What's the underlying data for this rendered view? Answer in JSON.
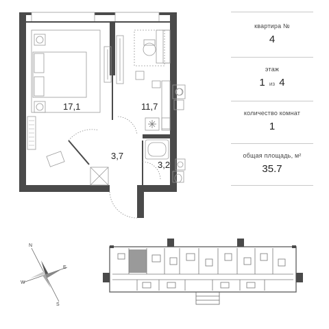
{
  "apartment": {
    "label": "квартира №",
    "value": "4"
  },
  "floor": {
    "label": "этаж",
    "current": "1",
    "separator": "из",
    "total": "4"
  },
  "rooms": {
    "label": "количество комнат",
    "value": "1"
  },
  "area": {
    "label": "общая площадь, м²",
    "value": "35.7"
  },
  "plan": {
    "room_areas": {
      "bedroom": "17,1",
      "kitchen": "11,7",
      "hall": "3,7",
      "bathroom": "3,2"
    }
  },
  "compass": {
    "north": "N",
    "south": "S",
    "east": "E",
    "west": "W"
  },
  "colors": {
    "wall": "#4a4a4a",
    "line": "#999999",
    "highlight": "#9a9a9a",
    "dotted": "#888888"
  }
}
